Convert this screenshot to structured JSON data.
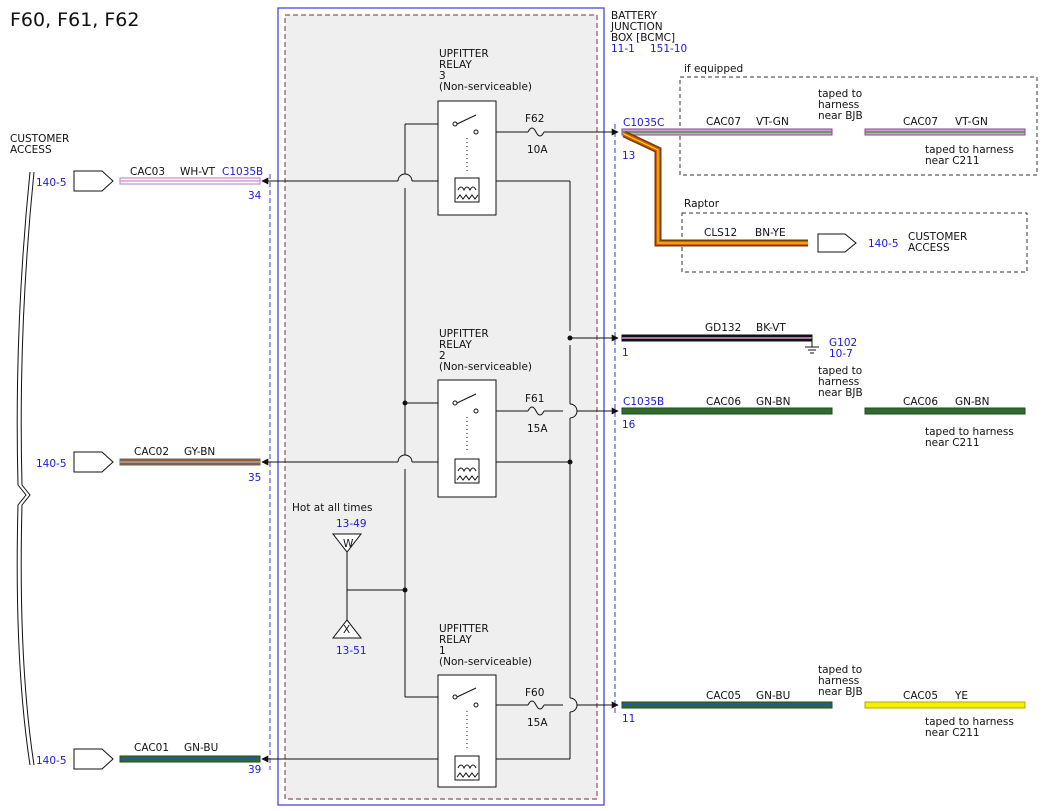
{
  "title": "F60, F61, F62",
  "bjb": {
    "line1": "BATTERY",
    "line2": "JUNCTION",
    "line3": "BOX [BCMC]",
    "ref_a": "11-1",
    "ref_b": "151-10"
  },
  "customer_access_left": {
    "line1": "CUSTOMER",
    "line2": "ACCESS"
  },
  "relays": {
    "r3": {
      "line1": "UPFITTER",
      "line2": "RELAY",
      "line3": "3",
      "line4": "(Non-serviceable)"
    },
    "r2": {
      "line1": "UPFITTER",
      "line2": "RELAY",
      "line3": "2",
      "line4": "(Non-serviceable)"
    },
    "r1": {
      "line1": "UPFITTER",
      "line2": "RELAY",
      "line3": "1",
      "line4": "(Non-serviceable)"
    }
  },
  "fuses": {
    "f62": {
      "name": "F62",
      "rating": "10A"
    },
    "f61": {
      "name": "F61",
      "rating": "15A"
    },
    "f60": {
      "name": "F60",
      "rating": "15A"
    }
  },
  "hot": {
    "label": "Hot at all times",
    "ref_w": "13-49",
    "w": "W",
    "x": "X",
    "ref_x": "13-51"
  },
  "left_circuits": {
    "cac03": {
      "ref": "140-5",
      "circuit": "CAC03",
      "color": "WH-VT",
      "connector": "C1035B",
      "pin": "34"
    },
    "cac02": {
      "ref": "140-5",
      "circuit": "CAC02",
      "color": "GY-BN",
      "pin": "35"
    },
    "cac01": {
      "ref": "140-5",
      "circuit": "CAC01",
      "color": "GN-BU",
      "pin": "39"
    }
  },
  "right_circuits": {
    "cac07": {
      "connector": "C1035C",
      "pin": "13",
      "circuit": "CAC07",
      "color": "VT-GN",
      "taped_bjb": [
        "taped to",
        "harness",
        "near BJB"
      ],
      "circuit2": "CAC07",
      "color2": "VT-GN",
      "taped_c211": [
        "taped to harness",
        "near C211"
      ]
    },
    "if_equipped": "if equipped",
    "raptor": {
      "label": "Raptor",
      "circuit": "CLS12",
      "color": "BN-YE",
      "ref": "140-5",
      "access1": "CUSTOMER",
      "access2": "ACCESS"
    },
    "gd132": {
      "pin": "1",
      "circuit": "GD132",
      "color": "BK-VT",
      "ground": "G102",
      "ground_ref": "10-7"
    },
    "cac06": {
      "connector": "C1035B",
      "pin": "16",
      "circuit": "CAC06",
      "color": "GN-BN",
      "taped_bjb": [
        "taped to",
        "harness",
        "near BJB"
      ],
      "circuit2": "CAC06",
      "color2": "GN-BN",
      "taped_c211": [
        "taped to harness",
        "near C211"
      ]
    },
    "cac05": {
      "pin": "11",
      "circuit": "CAC05",
      "color": "GN-BU",
      "taped_bjb": [
        "taped to",
        "harness",
        "near BJB"
      ],
      "circuit2": "CAC05",
      "color2": "YE",
      "taped_c211": [
        "taped to harness",
        "near C211"
      ]
    }
  },
  "wire_colors": {
    "white": "#ffffff",
    "violet": "#d89ad8",
    "green": "#2f6b2f",
    "brown": "#9a5a2a",
    "gray": "#8a8a8a",
    "blue": "#2050c0",
    "black": "#111111",
    "orange": "#e05a00",
    "yellow": "#f4f000",
    "bjb_border": "#3a3ae0",
    "box_fill": "#efefef"
  }
}
